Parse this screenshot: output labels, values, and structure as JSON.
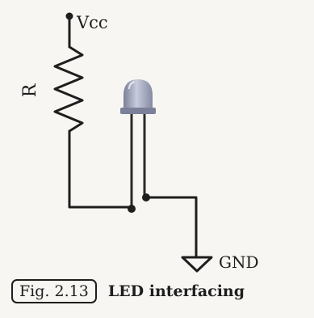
{
  "diagram": {
    "vcc_label": "Vcc",
    "resistor_label": "R",
    "gnd_label": "GND"
  },
  "caption": {
    "figure_number": "Fig. 2.13",
    "title": "LED interfacing"
  },
  "colors": {
    "ink": "#1e1e1e",
    "led_body": "#9aa0b8",
    "background": "#f7f6f2"
  }
}
